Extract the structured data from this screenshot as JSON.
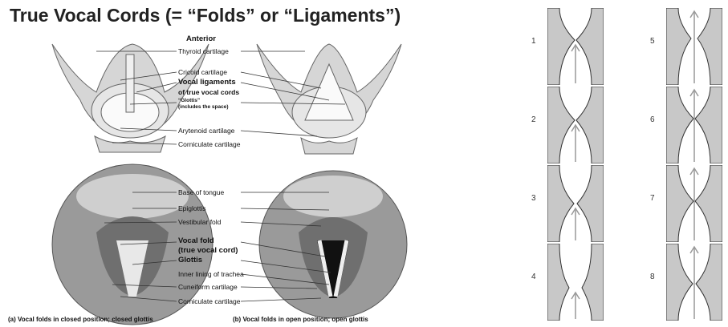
{
  "title": "True Vocal Cords (= “Folds” or “Ligaments”)",
  "anterior": "Anterior",
  "labels": {
    "thyroid": "Thyroid cartilage",
    "cricoid": "Cricoid cartilage",
    "vocal_lig_1": "Vocal ligaments",
    "vocal_lig_2": "of true vocal cords",
    "glottis_q": "“Glottis”",
    "glottis_space": "(includes the space)",
    "arytenoid": "Arytenoid cartilage",
    "corniculate_top": "Corniculate cartilage",
    "base_tongue": "Base of tongue",
    "epiglottis": "Epiglottis",
    "vestibular": "Vestibular fold",
    "vocal_fold_1": "Vocal fold",
    "vocal_fold_2": "(true vocal cord)",
    "glottis": "Glottis",
    "inner_lining": "Inner lining of trachea",
    "cuneiform": "Cuneiform cartilage",
    "corniculate_bottom": "Corniculate cartilage"
  },
  "captions": {
    "a": "(a) Vocal folds in closed position; closed glottis",
    "b": "(b) Vocal folds in open position; open glottis"
  },
  "panels": [
    {
      "n": "1",
      "stage": 1
    },
    {
      "n": "2",
      "stage": 2
    },
    {
      "n": "3",
      "stage": 3
    },
    {
      "n": "4",
      "stage": 4
    },
    {
      "n": "5",
      "stage": 5
    },
    {
      "n": "6",
      "stage": 6
    },
    {
      "n": "7",
      "stage": 7
    },
    {
      "n": "8",
      "stage": 8
    }
  ]
}
